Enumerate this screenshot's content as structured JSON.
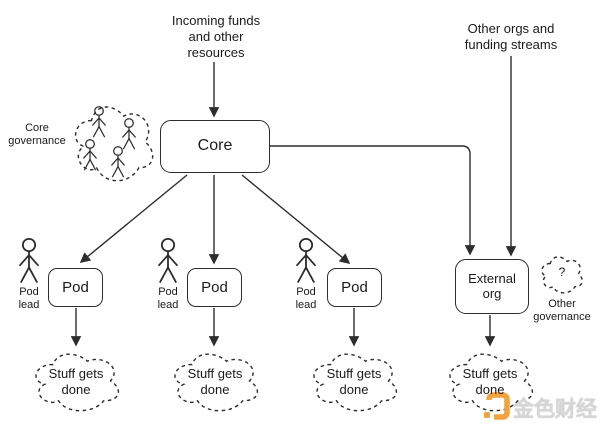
{
  "diagram": {
    "top_labels": {
      "incoming_funds": "Incoming funds\nand other\nresources",
      "other_orgs": "Other orgs and\nfunding streams"
    },
    "nodes": {
      "core": "Core",
      "pods": [
        "Pod",
        "Pod",
        "Pod"
      ],
      "external_org": "External\norg"
    },
    "annotations": {
      "core_governance": "Core\ngovernance",
      "pod_lead_labels": [
        "Pod\nlead",
        "Pod\nlead",
        "Pod\nlead"
      ],
      "other_governance": "Other\ngovernance",
      "question_mark": "?"
    },
    "clouds": [
      "Stuff gets\ndone",
      "Stuff gets\ndone",
      "Stuff gets\ndone",
      "Stuff gets\ndone"
    ]
  },
  "watermark": {
    "text": "金色财经"
  },
  "colors": {
    "stroke": "#2d2d2d",
    "watermark_orange": "#F2A33C",
    "watermark_text": "#d6d6d6"
  }
}
